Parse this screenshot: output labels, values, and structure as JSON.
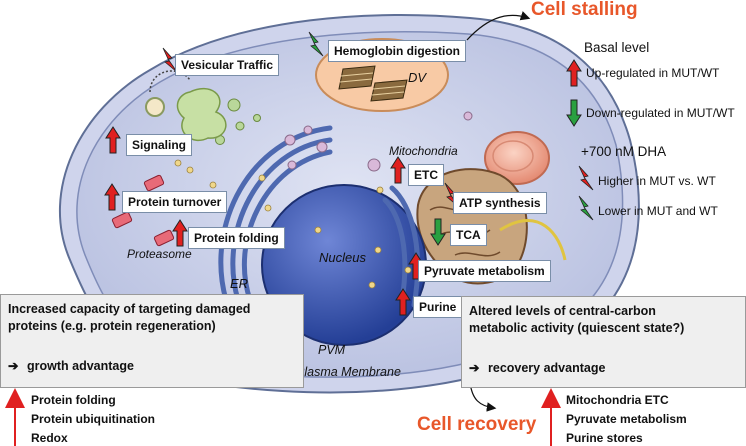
{
  "colors": {
    "up_red": "#e02020",
    "down_green": "#2aa040",
    "orange_title": "#e8572a",
    "cell_fill": "#c7cde8",
    "nucleus_fill": "#3c57b0",
    "panel_fill": "#efefef"
  },
  "titles": {
    "cell_stalling": "Cell stalling",
    "cell_recovery": "Cell recovery"
  },
  "legend": {
    "basal_heading": "Basal level",
    "up_label": "Up-regulated in MUT/WT",
    "down_label": "Down-regulated in MUT/WT",
    "dha_heading": "+700 nM DHA",
    "higher_label": "Higher in MUT vs. WT",
    "lower_label": "Lower in MUT and WT"
  },
  "process_tags": {
    "vesicular_traffic": "Vesicular Traffic",
    "hemoglobin_digestion": "Hemoglobin digestion",
    "signaling": "Signaling",
    "protein_turnover": "Protein turnover",
    "protein_folding": "Protein folding",
    "etc": "ETC",
    "atp_synthesis": "ATP synthesis",
    "tca": "TCA",
    "pyruvate_metabolism": "Pyruvate metabolism",
    "purine": "Purine"
  },
  "organelles": {
    "dv": "DV",
    "mitochondria": "Mitochondria",
    "nucleus": "Nucleus",
    "er": "ER",
    "proteasome": "Proteasome",
    "pvm": "PVM",
    "plasma_membrane": "Plasma Membrane"
  },
  "left_panel": {
    "line1": "Increased capacity of targeting damaged",
    "line2": "proteins (e.g. protein regeneration)",
    "arrow_glyph": "➔",
    "outcome": "growth advantage"
  },
  "right_panel": {
    "line1": "Altered levels of central-carbon",
    "line2": "metabolic activity (quiescent state?)",
    "arrow_glyph": "➔",
    "outcome": "recovery advantage"
  },
  "left_bullets": [
    "Protein folding",
    "Protein ubiquitination",
    "Redox"
  ],
  "right_bullets": [
    "Mitochondria ETC",
    "Pyruvate metabolism",
    "Purine stores"
  ]
}
